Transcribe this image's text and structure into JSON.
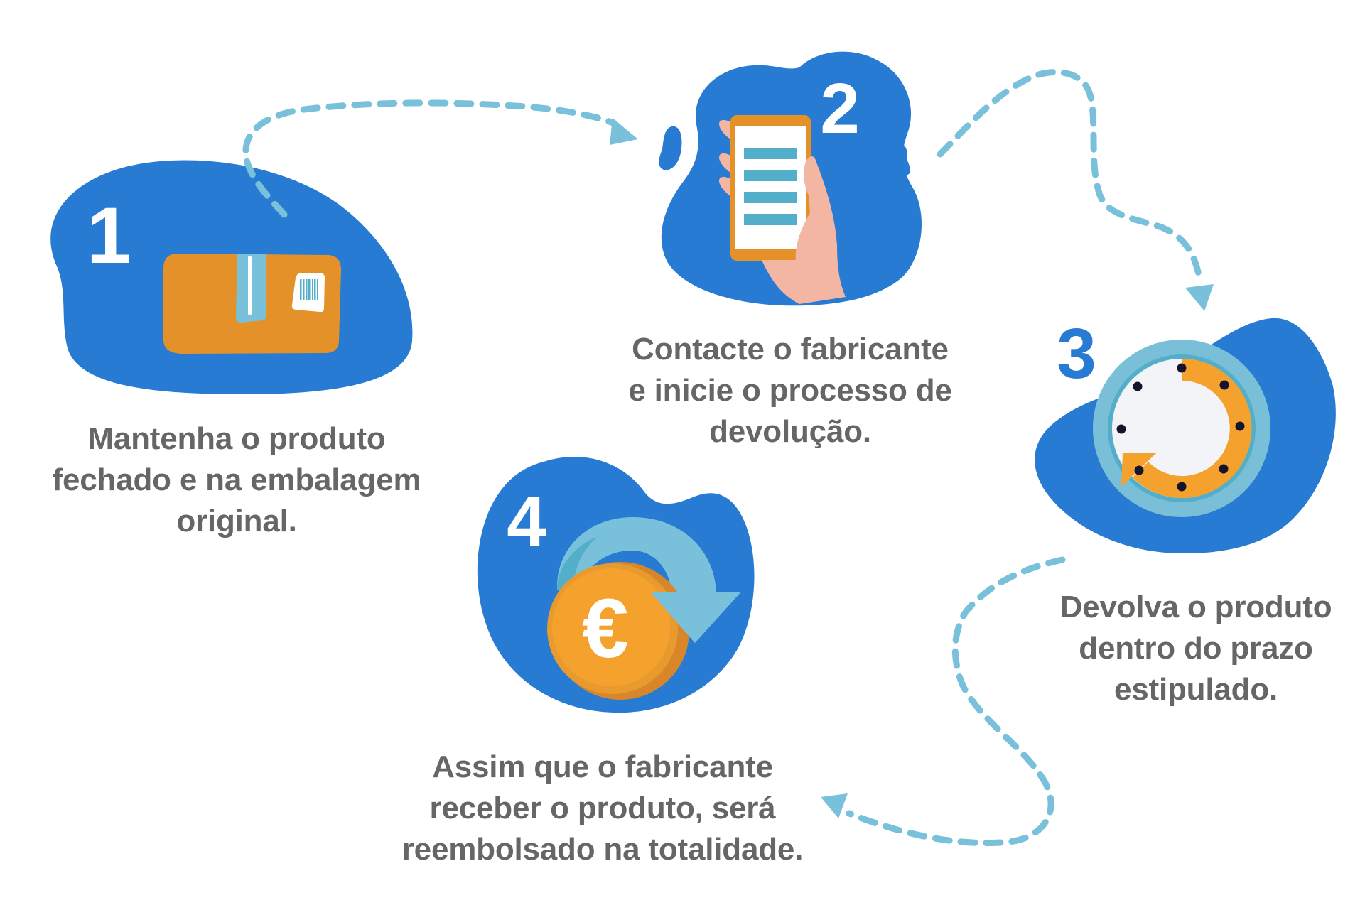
{
  "colors": {
    "blob_blue": "#277BD2",
    "dash_light_blue": "#79C1DA",
    "text_gray": "#666666",
    "box_orange": "#E5912A",
    "coin_orange": "#F5A12E",
    "coin_dark": "#D9862A",
    "skin": "#F3B6A3",
    "screen_bar": "#53AFC9",
    "clock_ring": "#79BFD8",
    "clock_inner_ring": "#53AFC9",
    "clock_face": "#F3F4F8",
    "clock_dot": "#15142E",
    "white": "#FFFFFF"
  },
  "steps": [
    {
      "number": "1",
      "icon": "package-box-icon",
      "caption": [
        "Mantenha o produto",
        "fechado e na embalagem",
        "original."
      ]
    },
    {
      "number": "2",
      "icon": "smartphone-in-hand-icon",
      "caption": [
        "Contacte o fabricante",
        "e inicie o processo de",
        "devolução."
      ]
    },
    {
      "number": "3",
      "icon": "clock-countdown-icon",
      "caption": [
        "Devolva o produto",
        "dentro do prazo",
        "estipulado."
      ]
    },
    {
      "number": "4",
      "icon": "euro-coin-refund-icon",
      "caption": [
        "Assim que o fabricante",
        "receber o produto, será",
        "reembolsado na totalidade."
      ],
      "currency_symbol": "€"
    }
  ],
  "connectors": [
    {
      "from": "1",
      "to": "2",
      "style": "dashed-arrow"
    },
    {
      "from": "2",
      "to": "3",
      "style": "dashed-arrow"
    },
    {
      "from": "3",
      "to": "4",
      "style": "dashed-arrow"
    }
  ]
}
